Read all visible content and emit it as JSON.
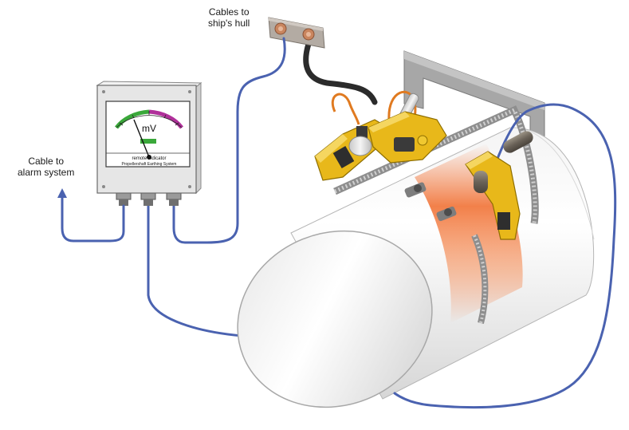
{
  "labels": {
    "hull_cables": [
      "Cables to",
      "ship's hull"
    ],
    "alarm_cable": [
      "Cable to",
      "alarm system"
    ]
  },
  "meter": {
    "unit": "mV",
    "panel_line1": "remote indicator",
    "panel_line2": "Propellershaft Earthing System"
  },
  "colors": {
    "cable_blue": "#4a62b0",
    "cable_black": "#2b2b2b",
    "bracket_yellow": "#e8b81a",
    "spring_orange": "#e07a20",
    "contact_glow": "#f06a2a",
    "box_gray": "#e6e6e6",
    "gauge_green": "#3aa83a",
    "gauge_magenta": "#b0309a"
  }
}
